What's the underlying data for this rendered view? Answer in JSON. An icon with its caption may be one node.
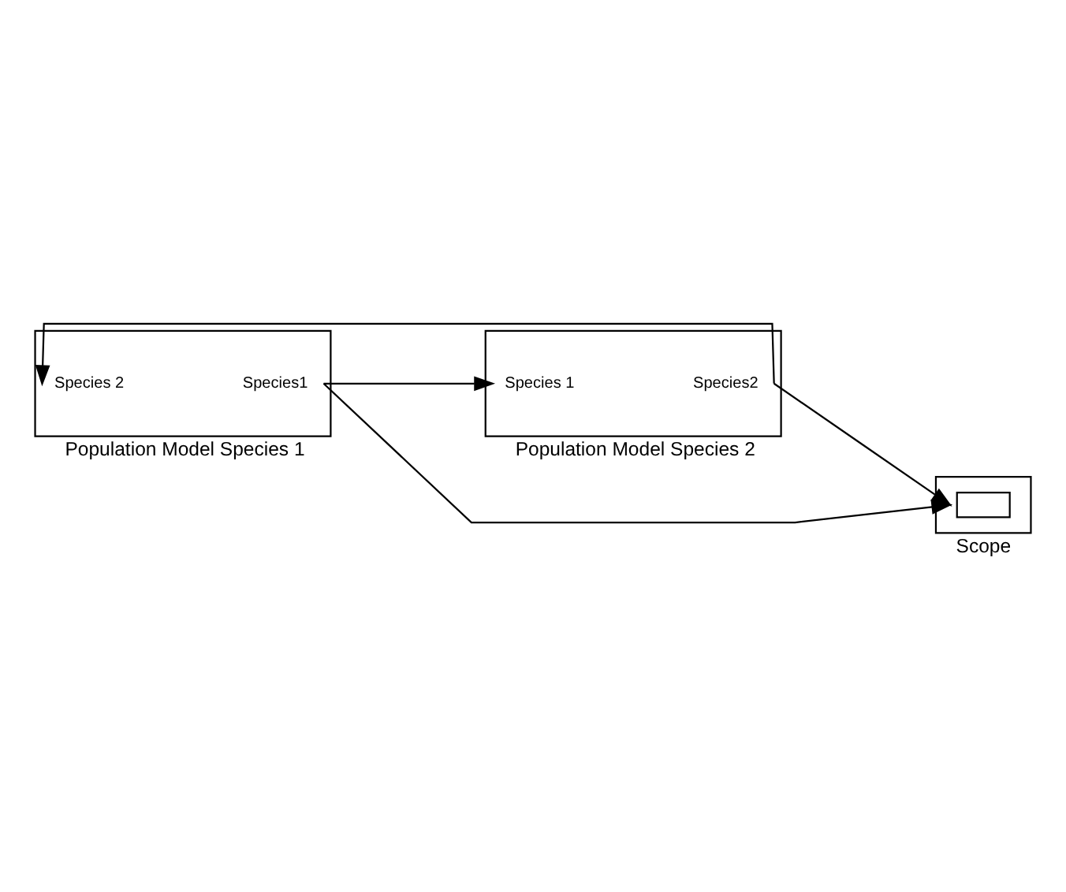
{
  "diagram": {
    "nodes": [
      {
        "text": [
          "Species 2",
          "Species1"
        ],
        "beside": [
          "Population Model Species 1"
        ]
      },
      {
        "text": [
          "Species 1",
          "Species2"
        ],
        "beside": [
          "Population Model Species 2"
        ]
      },
      {
        "text": [],
        "shape": "box",
        "beside": [
          "Scope"
        ]
      }
    ],
    "edges": [
      {
        "from": 0,
        "to": 2,
        "arrow": "to"
      },
      {
        "from": 0,
        "to": 1,
        "arrow": "to"
      },
      {
        "from": 1,
        "to": 2,
        "arrow": "to"
      },
      {
        "from": 1,
        "to": 0,
        "arrow": "to"
      }
    ]
  }
}
